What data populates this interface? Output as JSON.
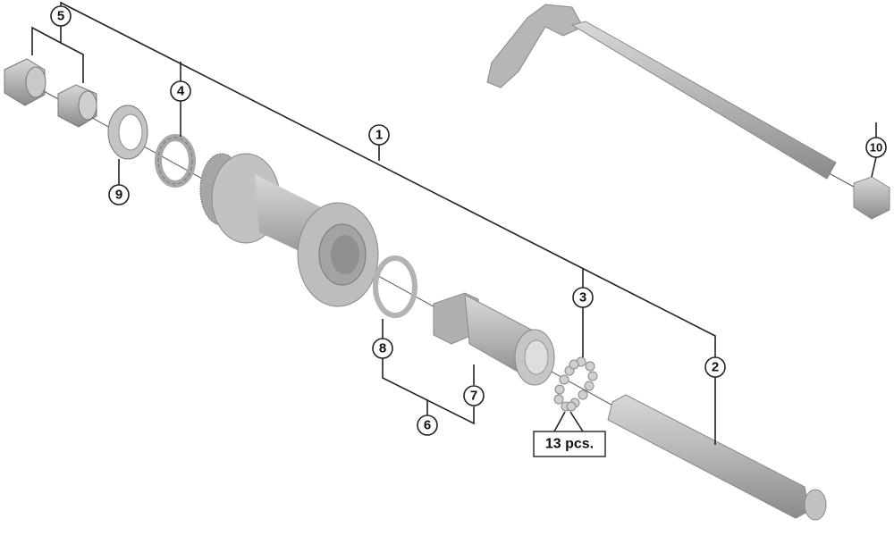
{
  "diagram": {
    "callouts": {
      "c1": "1",
      "c2": "2",
      "c3": "3",
      "c4": "4",
      "c5": "5",
      "c6": "6",
      "c7": "7",
      "c8": "8",
      "c9": "9",
      "c10": "10"
    },
    "quantity_note": "13 pcs.",
    "colors": {
      "part_fill": "#b8b8b8",
      "part_dark": "#8e8e8e",
      "part_light": "#d6d6d6",
      "leader": "#222222"
    }
  }
}
